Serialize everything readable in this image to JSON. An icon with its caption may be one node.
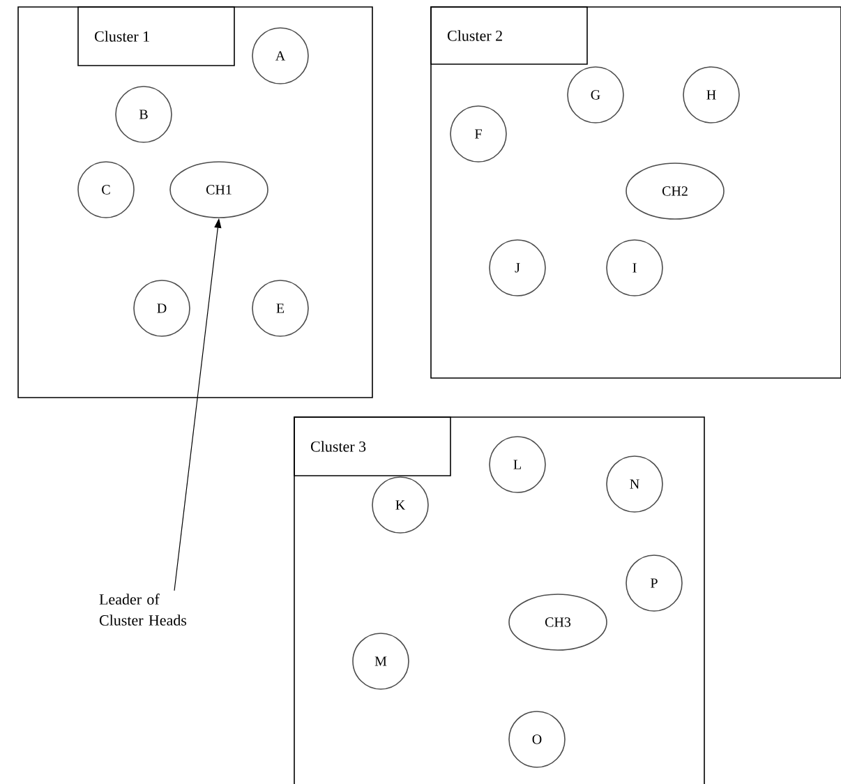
{
  "diagram": {
    "nodes": [
      {
        "text": [
          "Cluster 1"
        ]
      },
      {
        "text": [
          "A"
        ],
        "in": 0
      },
      {
        "text": [
          "B"
        ],
        "in": 0
      },
      {
        "text": [
          "C"
        ],
        "in": 0
      },
      {
        "text": [
          "CH1"
        ],
        "in": 0
      },
      {
        "text": [
          "D"
        ],
        "in": 0
      },
      {
        "text": [
          "E"
        ],
        "in": 0
      },
      {
        "text": [
          "Cluster 2"
        ]
      },
      {
        "text": [
          "G"
        ],
        "in": 7
      },
      {
        "text": [
          "H"
        ],
        "in": 7
      },
      {
        "text": [
          "F"
        ],
        "in": 7
      },
      {
        "text": [
          "CH2"
        ],
        "in": 7
      },
      {
        "text": [
          "J"
        ],
        "in": 7
      },
      {
        "text": [
          "I"
        ],
        "in": 7
      },
      {
        "text": [
          "Cluster 3"
        ]
      },
      {
        "text": [
          "L"
        ],
        "in": 14
      },
      {
        "text": [
          "N"
        ],
        "in": 14
      },
      {
        "text": [
          "K"
        ],
        "in": 14
      },
      {
        "text": [
          "P"
        ],
        "in": 14
      },
      {
        "text": [
          "CH3"
        ],
        "in": 14
      },
      {
        "text": [
          "M"
        ],
        "in": 14
      },
      {
        "text": [
          "O"
        ],
        "in": 14
      },
      {
        "text": [
          "Leader of Cluster Heads"
        ]
      }
    ],
    "edges": [
      {
        "from": 22,
        "to": 4,
        "arrow": "to"
      }
    ]
  }
}
